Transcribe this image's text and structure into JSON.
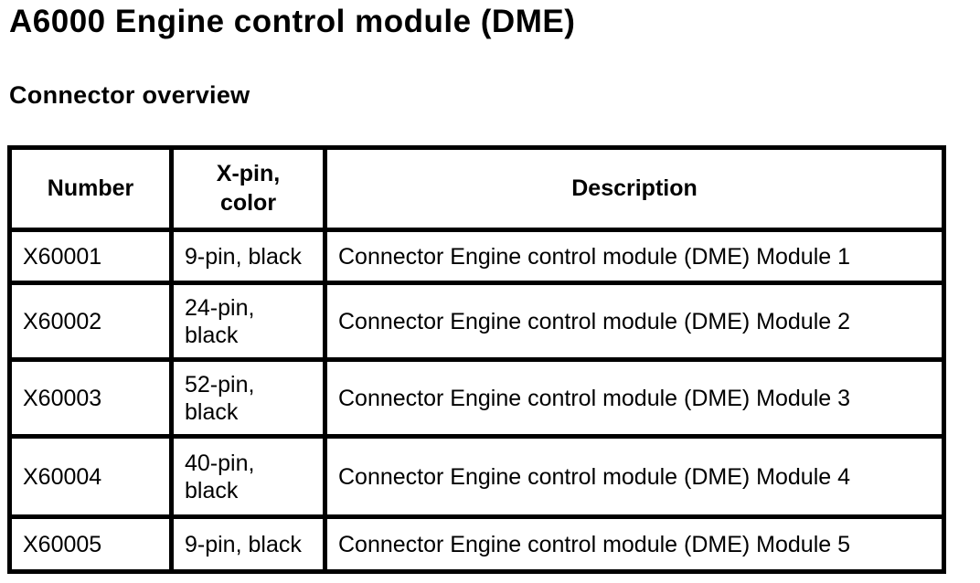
{
  "page": {
    "title": "A6000 Engine control module (DME)",
    "subtitle": "Connector overview"
  },
  "table": {
    "columns": [
      "Number",
      "X-pin,\ncolor",
      "Description"
    ],
    "rows": [
      {
        "number": "X60001",
        "pin": "9-pin, black",
        "description": "Connector Engine control module (DME) Module 1"
      },
      {
        "number": "X60002",
        "pin": "24-pin,\nblack",
        "description": "Connector Engine control module (DME) Module 2"
      },
      {
        "number": "X60003",
        "pin": "52-pin,\nblack",
        "description": "Connector Engine control module (DME) Module 3"
      },
      {
        "number": "X60004",
        "pin": "40-pin,\nblack",
        "description": "Connector Engine control module (DME) Module 4"
      },
      {
        "number": "X60005",
        "pin": "9-pin, black",
        "description": "Connector Engine control module (DME) Module 5"
      }
    ]
  }
}
